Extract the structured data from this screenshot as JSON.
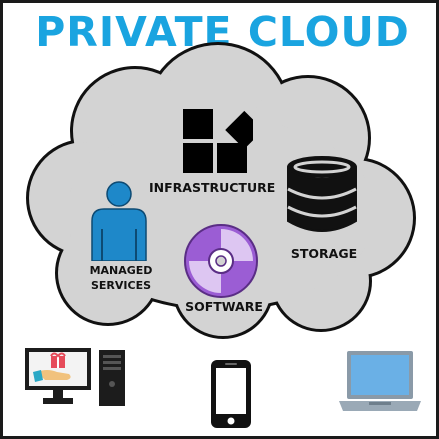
{
  "title": "PRIVATE CLOUD",
  "labels": {
    "infrastructure": "INFRASTRUCTURE",
    "storage": "STORAGE",
    "managed_line1": "MANAGED",
    "managed_line2": "SERVICES",
    "software": "SOFTWARE"
  },
  "icons": {
    "infrastructure": "blocks-icon",
    "storage": "database-icon",
    "managed": "user-icon",
    "software": "disc-icon",
    "desktop": "desktop-computer-icon",
    "phone": "smartphone-icon",
    "laptop": "laptop-icon"
  },
  "colors": {
    "title": "#1aa4e0",
    "cloud_fill": "#d3d3d3",
    "cloud_stroke": "#111111",
    "user": "#1e88c9",
    "disc": "#9b5dd4",
    "laptop_screen": "#6ab0e6"
  }
}
